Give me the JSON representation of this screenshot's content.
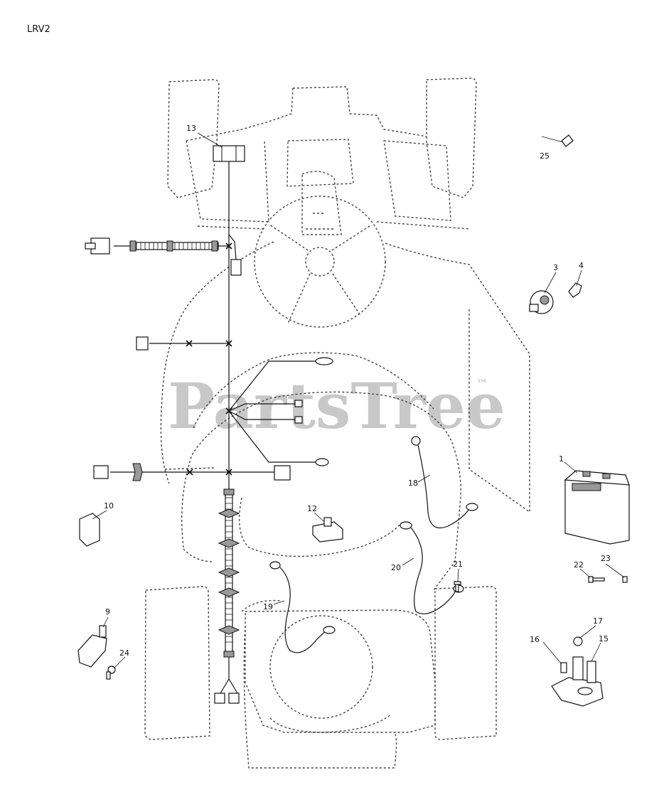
{
  "page_code": "LRV2",
  "watermark": {
    "text": "PartsTree",
    "tm": "™",
    "color": "#c8c8c8"
  },
  "colors": {
    "line": "#111111",
    "outline": "#444444",
    "part_shade": "#999999"
  },
  "parts": [
    {
      "ref": "1"
    },
    {
      "ref": "3"
    },
    {
      "ref": "4"
    },
    {
      "ref": "9"
    },
    {
      "ref": "10"
    },
    {
      "ref": "12"
    },
    {
      "ref": "13"
    },
    {
      "ref": "15"
    },
    {
      "ref": "16"
    },
    {
      "ref": "17"
    },
    {
      "ref": "18"
    },
    {
      "ref": "19"
    },
    {
      "ref": "20"
    },
    {
      "ref": "21"
    },
    {
      "ref": "22"
    },
    {
      "ref": "23"
    },
    {
      "ref": "24"
    },
    {
      "ref": "25"
    }
  ]
}
